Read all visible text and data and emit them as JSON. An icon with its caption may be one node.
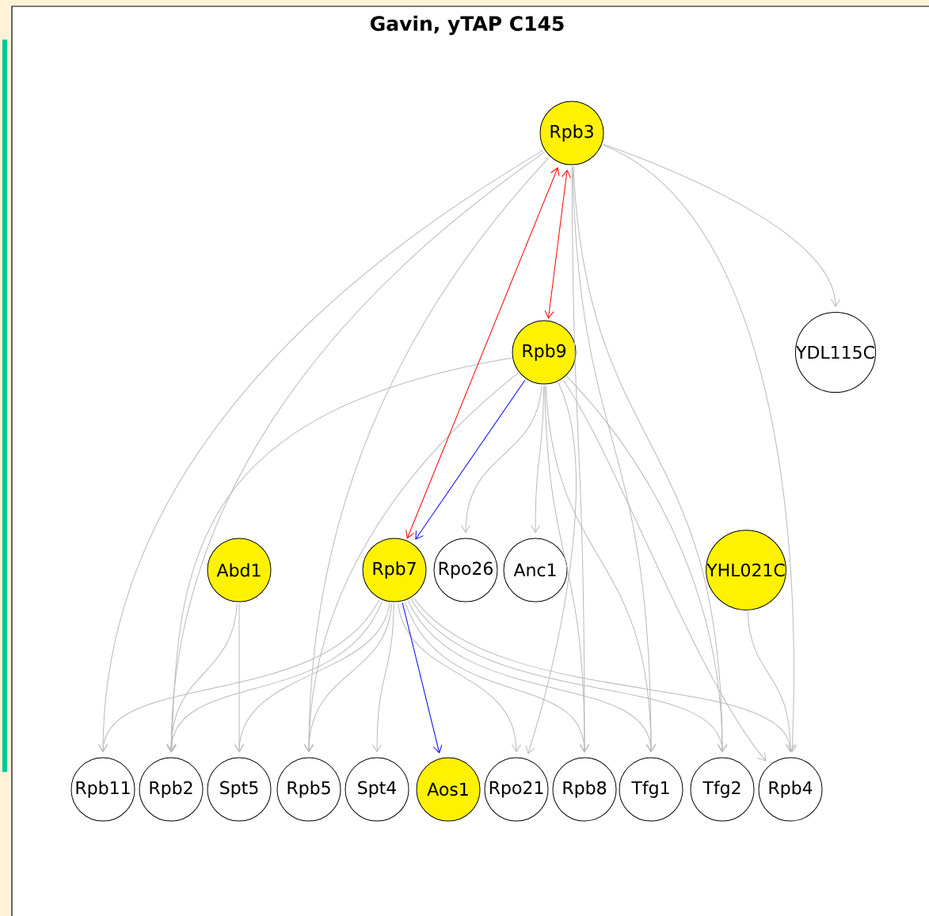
{
  "diagram": {
    "title": "Gavin, yTAP C145",
    "nodes": [
      {
        "text": [
          "Rpb3"
        ]
      },
      {
        "text": [
          "YDL115C"
        ]
      },
      {
        "text": [
          "Rpb9"
        ]
      },
      {
        "text": [
          "Abd1"
        ]
      },
      {
        "text": [
          "Rpb7"
        ]
      },
      {
        "text": [
          "Rpo26"
        ]
      },
      {
        "text": [
          "Anc1"
        ]
      },
      {
        "text": [
          "YHL021C"
        ]
      },
      {
        "text": [
          "Rpb11"
        ]
      },
      {
        "text": [
          "Rpb2"
        ]
      },
      {
        "text": [
          "Spt5"
        ]
      },
      {
        "text": [
          "Rpb5"
        ]
      },
      {
        "text": [
          "Spt4"
        ]
      },
      {
        "text": [
          "Aos1"
        ]
      },
      {
        "text": [
          "Rpo21"
        ]
      },
      {
        "text": [
          "Rpb8"
        ]
      },
      {
        "text": [
          "Tfg1"
        ]
      },
      {
        "text": [
          "Tfg2"
        ]
      },
      {
        "text": [
          "Rpb4"
        ]
      }
    ],
    "edges": [
      {
        "from": 0,
        "to": 1,
        "arrow": "to"
      },
      {
        "from": 0,
        "to": 8,
        "arrow": "to"
      },
      {
        "from": 0,
        "to": 9,
        "arrow": "to"
      },
      {
        "from": 0,
        "to": 11,
        "arrow": "to"
      },
      {
        "from": 0,
        "to": 15,
        "arrow": "to"
      },
      {
        "from": 0,
        "to": 16,
        "arrow": "to"
      },
      {
        "from": 0,
        "to": 17,
        "arrow": "to"
      },
      {
        "from": 0,
        "to": 18,
        "arrow": "to"
      },
      {
        "from": 2,
        "to": 9,
        "arrow": "to"
      },
      {
        "from": 2,
        "to": 11,
        "arrow": "to"
      },
      {
        "from": 2,
        "to": 5,
        "arrow": "to"
      },
      {
        "from": 2,
        "to": 6,
        "arrow": "to"
      },
      {
        "from": 2,
        "to": 14,
        "arrow": "to"
      },
      {
        "from": 2,
        "to": 15,
        "arrow": "to"
      },
      {
        "from": 2,
        "to": 16,
        "arrow": "to"
      },
      {
        "from": 2,
        "to": 17,
        "arrow": "to"
      },
      {
        "from": 2,
        "to": 18,
        "arrow": "to"
      },
      {
        "from": 3,
        "to": 9,
        "arrow": "to"
      },
      {
        "from": 3,
        "to": 10,
        "arrow": "to"
      },
      {
        "from": 4,
        "to": 8,
        "arrow": "to"
      },
      {
        "from": 4,
        "to": 9,
        "arrow": "to"
      },
      {
        "from": 4,
        "to": 10,
        "arrow": "to"
      },
      {
        "from": 4,
        "to": 11,
        "arrow": "to"
      },
      {
        "from": 4,
        "to": 12,
        "arrow": "to"
      },
      {
        "from": 4,
        "to": 14,
        "arrow": "to"
      },
      {
        "from": 4,
        "to": 15,
        "arrow": "to"
      },
      {
        "from": 4,
        "to": 16,
        "arrow": "to"
      },
      {
        "from": 4,
        "to": 17,
        "arrow": "to"
      },
      {
        "from": 4,
        "to": 18,
        "arrow": "to"
      },
      {
        "from": 7,
        "to": 18,
        "arrow": "to"
      },
      {
        "from": 4,
        "to": 0,
        "arrow": "both",
        "color": "#ff0000"
      },
      {
        "from": 2,
        "to": 0,
        "arrow": "both",
        "color": "#ff0000"
      },
      {
        "from": 2,
        "to": 4,
        "arrow": "to",
        "color": "#0000ff"
      },
      {
        "from": 4,
        "to": 13,
        "arrow": "to",
        "color": "#0000ff"
      }
    ]
  }
}
